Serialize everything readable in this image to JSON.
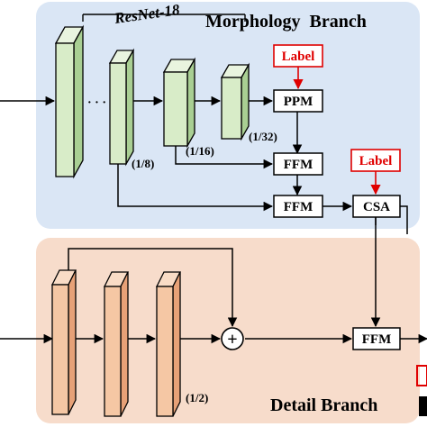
{
  "morphology_branch": {
    "title": "Morphology  Branch",
    "backbone_label": "ResNet-18",
    "ellipsis": "· · ·",
    "scales": [
      "(1/8)",
      "(1/16)",
      "(1/32)"
    ],
    "ppm": "PPM",
    "ffm_upper": "FFM",
    "ffm_lower": "FFM",
    "csa": "CSA",
    "label_ppm": "Label",
    "label_csa": "Label"
  },
  "detail_branch": {
    "title": "Detail Branch",
    "scale": "(1/2)",
    "ffm": "FFM",
    "sum_symbol": "+"
  },
  "colors": {
    "morph_bg": "#dae6f5",
    "detail_bg": "#f7dccb",
    "green_face": "#d8ecc8",
    "green_side": "#a9cf93",
    "orange_face": "#f5c7a4",
    "orange_side": "#e7a177",
    "label_red": "#e00000"
  }
}
